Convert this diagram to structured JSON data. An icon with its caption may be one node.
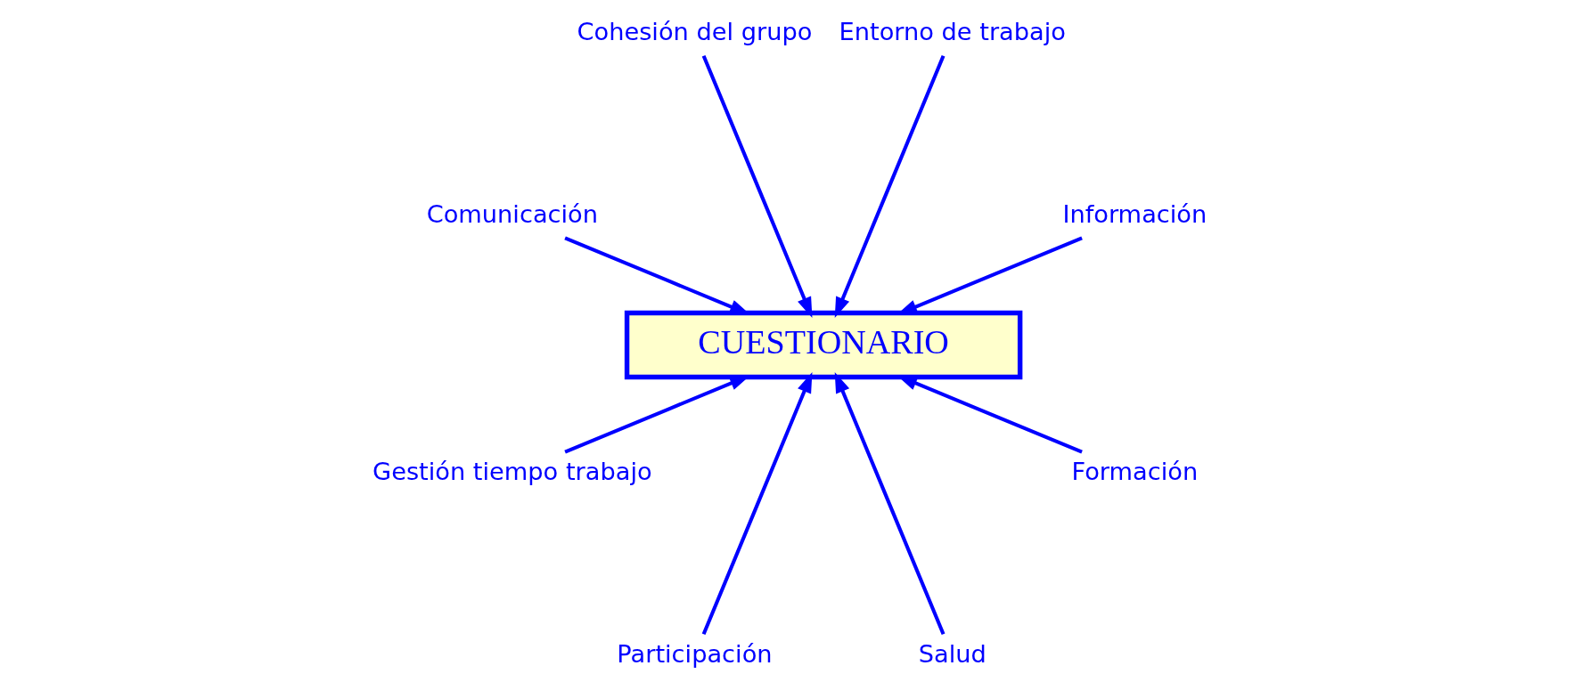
{
  "diagram": {
    "nodes": [
      {
        "text": [
          "Información"
        ]
      },
      {
        "text": [
          "Entorno de trabajo"
        ]
      },
      {
        "text": [
          "Cohesión del grupo"
        ]
      },
      {
        "text": [
          "Comunicación"
        ]
      },
      {
        "text": [
          "CUESTIONARIO"
        ]
      },
      {
        "text": [
          "Gestión tiempo trabajo"
        ]
      },
      {
        "text": [
          "Participación"
        ]
      },
      {
        "text": [
          "Salud"
        ]
      },
      {
        "text": [
          "Formación"
        ]
      }
    ],
    "edges": [
      {
        "from": 0,
        "to": 4,
        "arrow": "to"
      },
      {
        "from": 1,
        "to": 4,
        "arrow": "to"
      },
      {
        "from": 2,
        "to": 4,
        "arrow": "to"
      },
      {
        "from": 3,
        "to": 4,
        "arrow": "to"
      },
      {
        "from": 5,
        "to": 4,
        "arrow": "to"
      },
      {
        "from": 6,
        "to": 4,
        "arrow": "to"
      },
      {
        "from": 7,
        "to": 4,
        "arrow": "to"
      },
      {
        "from": 8,
        "to": 4,
        "arrow": "to"
      }
    ]
  }
}
